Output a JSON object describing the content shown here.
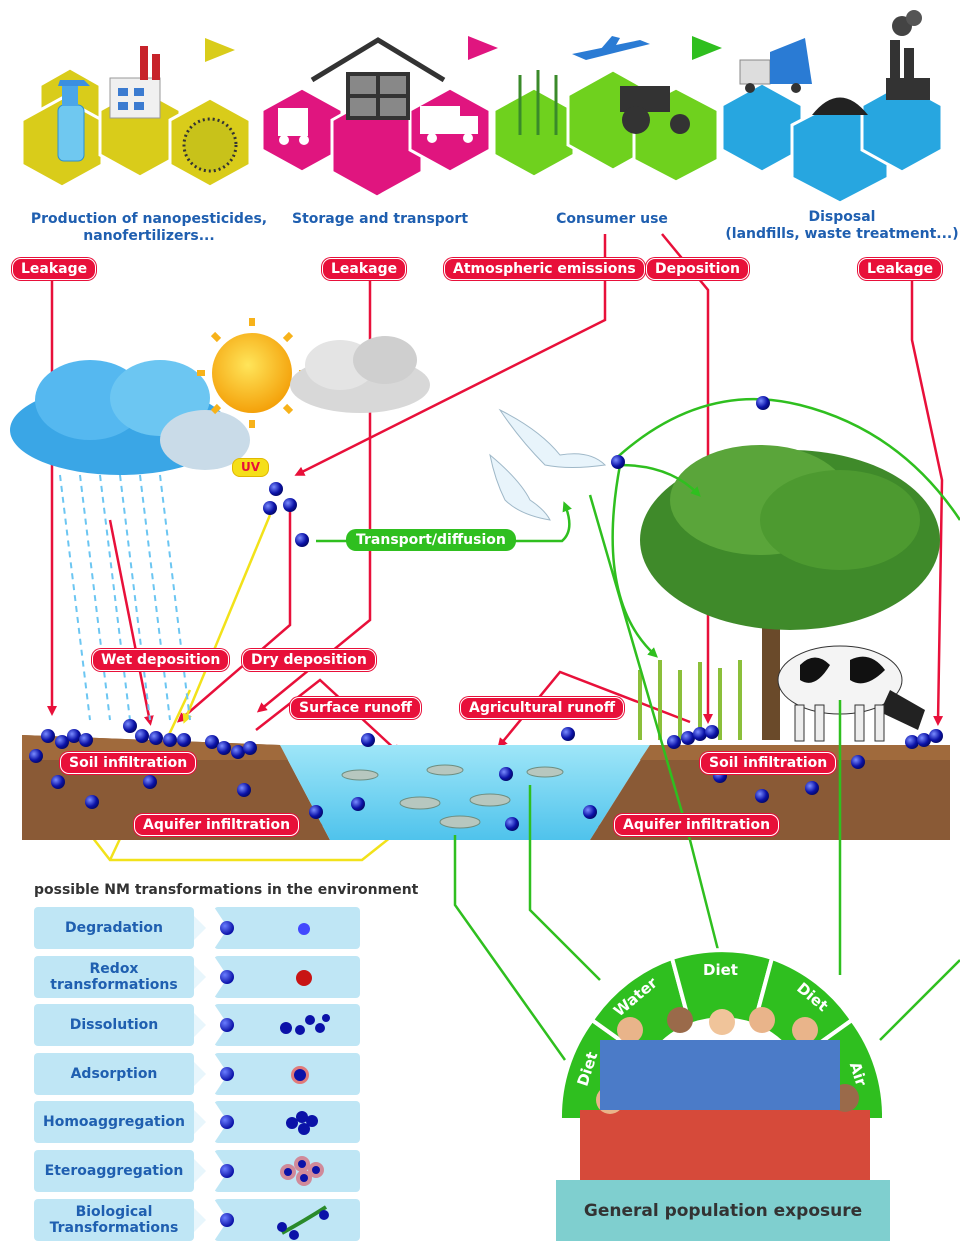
{
  "stages": [
    {
      "id": "production",
      "label": "Production of nanopesticides, nanofertilizers..."
    },
    {
      "id": "storage",
      "label": "Storage and transport"
    },
    {
      "id": "consumer",
      "label": "Consumer use"
    },
    {
      "id": "disposal",
      "label": "Disposal",
      "sublabel": "(landfills, waste treatment...)"
    }
  ],
  "pathways": {
    "leakage": "Leakage",
    "atmospheric_emissions": "Atmospheric emissions",
    "deposition": "Deposition",
    "uv": "UV",
    "transport_diffusion": "Transport/diffusion",
    "wet_deposition": "Wet deposition",
    "dry_deposition": "Dry deposition",
    "surface_runoff": "Surface runoff",
    "agricultural_runoff": "Agricultural runoff",
    "soil_infiltration": "Soil infiltration",
    "aquifer_infiltration": "Aquifer infiltration"
  },
  "transformations": {
    "title": "possible NM transformations in the environment",
    "items": [
      {
        "label": "Degradation"
      },
      {
        "label": "Redox transformations"
      },
      {
        "label": "Dissolution"
      },
      {
        "label": "Adsorption"
      },
      {
        "label": "Homoaggregation"
      },
      {
        "label": "Eteroaggregation"
      },
      {
        "label": "Biological Transformations"
      }
    ]
  },
  "exposure": {
    "label": "General population exposure",
    "routes": [
      "Diet",
      "Water",
      "Diet",
      "Diet",
      "Air"
    ]
  },
  "colors": {
    "production_hex": "#d9cc1a",
    "storage_hex": "#e0157f",
    "consumer_hex": "#6fd11e",
    "disposal_hex": "#27a6e0",
    "pathway_red": "#e8103a",
    "pathway_green": "#2fbf1f",
    "pathway_yellow": "#f2e21a",
    "nanoparticle": "#0b12a8"
  },
  "icons": [
    "spray-bottle-icon",
    "factory-icon",
    "nanoparticle-cluster-icon",
    "warehouse-icon",
    "forklift-icon",
    "truck-icon",
    "plane-icon",
    "corn-icon",
    "tractor-icon",
    "garbage-truck-icon",
    "waste-pile-icon",
    "incinerator-icon",
    "rain-cloud-icon",
    "sun-icon",
    "cloud-icon",
    "bird-icon",
    "tree-icon",
    "cow-icon",
    "fish-icon",
    "people-group-icon"
  ]
}
